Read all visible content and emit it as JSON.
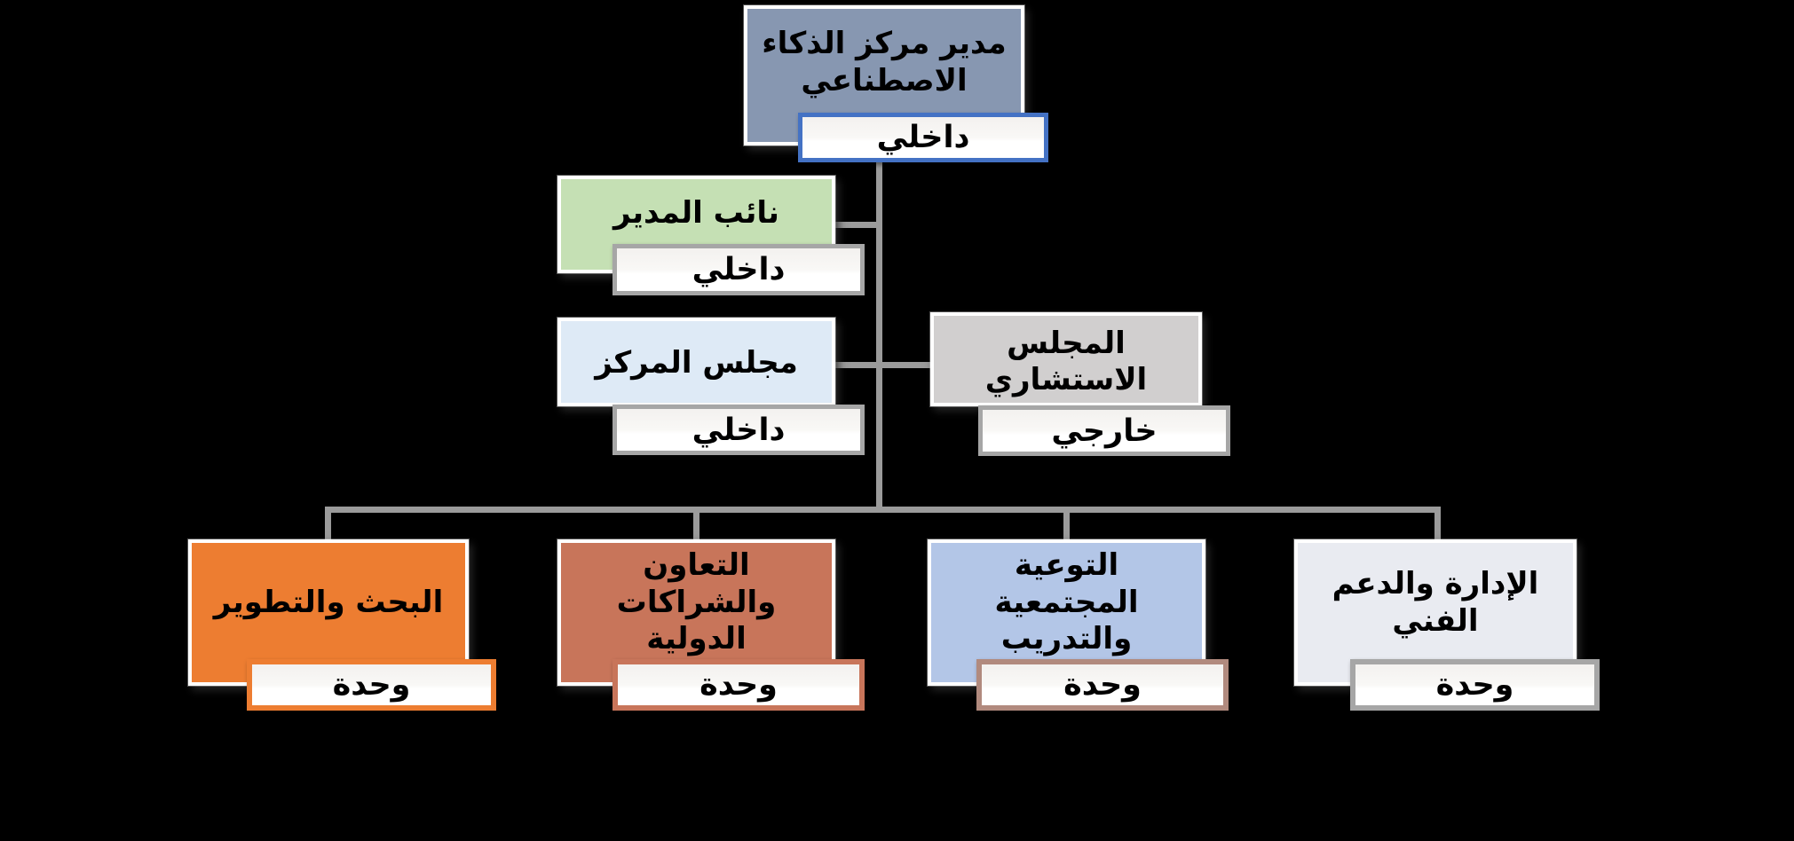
{
  "diagram": {
    "background": "#000000",
    "connector_color": "#9b9b9b",
    "nodes": {
      "director": {
        "title": "مدير مركز الذكاء الاصطناعي",
        "badge": "داخلي",
        "fill": "#8797B1",
        "badge_border": "#4472C4"
      },
      "deputy": {
        "title": "نائب المدير",
        "badge": "داخلي",
        "fill": "#C5E0B4",
        "badge_border": "#A6A6A6"
      },
      "council": {
        "title": "مجلس المركز",
        "badge": "داخلي",
        "fill": "#DEEAF6",
        "badge_border": "#A6A6A6"
      },
      "advisory": {
        "title": "المجلس الاستشاري",
        "badge": "خارجي",
        "fill": "#D1CFCF",
        "badge_border": "#A6A6A6"
      },
      "rnd": {
        "title": "البحث والتطوير",
        "badge": "وحدة",
        "fill": "#ED7D31",
        "badge_border": "#ED7D31"
      },
      "intl": {
        "title": "التعاون والشراكات الدولية",
        "badge": "وحدة",
        "fill": "#C8755A",
        "badge_border": "#C8755A"
      },
      "awareness": {
        "title": "التوعية المجتمعية والتدريب",
        "badge": "وحدة",
        "fill": "#B3C6E7",
        "badge_border": "#B18A7E"
      },
      "admin": {
        "title": "الإدارة والدعم الفني",
        "badge": "وحدة",
        "fill": "#E9EBF1",
        "badge_border": "#A6A6A6"
      }
    }
  }
}
